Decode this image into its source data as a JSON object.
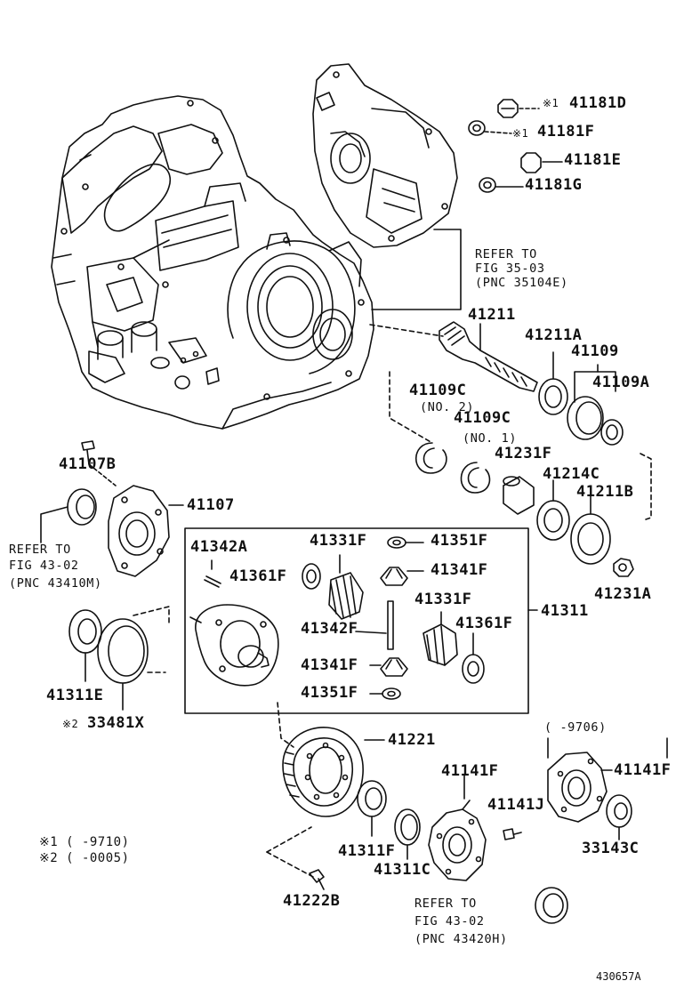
{
  "parts": {
    "p41181D": "41181D",
    "p41181F": "41181F",
    "p41181E": "41181E",
    "p41181G": "41181G",
    "p41211": "41211",
    "p41211A": "41211A",
    "p41109": "41109",
    "p41109A": "41109A",
    "p41109C_no2": "41109C",
    "p41109C_no1": "41109C",
    "p41231F": "41231F",
    "p41214C": "41214C",
    "p41211B": "41211B",
    "p41231A": "41231A",
    "p41107B": "41107B",
    "p41107": "41107",
    "p41342A": "41342A",
    "p41331F_a": "41331F",
    "p41351F_a": "41351F",
    "p41361F_a": "41361F",
    "p41341F_a": "41341F",
    "p41342F": "41342F",
    "p41331F_b": "41331F",
    "p41361F_b": "41361F",
    "p41341F_b": "41341F",
    "p41351F_b": "41351F",
    "p41311": "41311",
    "p41311E": "41311E",
    "p33481X": "33481X",
    "p41221": "41221",
    "p41141F_a": "41141F",
    "p41141F_b": "41141F",
    "p41141J": "41141J",
    "p33143C": "33143C",
    "p41311F": "41311F",
    "p41311C": "41311C",
    "p41222B": "41222B"
  },
  "refs": {
    "r1_line1": "REFER TO",
    "r1_line2": "FIG 35-03",
    "r1_line3": "(PNC 35104E)",
    "r2_line1": "REFER TO",
    "r2_line2": "FIG 43-02",
    "r2_line3": "(PNC 43410M)",
    "r3_line1": "REFER TO",
    "r3_line2": "FIG 43-02",
    "r3_line3": "(PNC 43420H)"
  },
  "qualifiers": {
    "no2": "(NO. 2)",
    "no1": "(NO. 1)",
    "range_9706": "(      -9706)",
    "mark1_d": "※1",
    "mark1_f": "※1",
    "mark2": "※2"
  },
  "footnotes": {
    "note1": "※1 (     -9710)",
    "note2": "※2 (     -0005)"
  },
  "illustration_code": "430657A",
  "colors": {
    "ink": "#111111",
    "paper": "#ffffff"
  }
}
